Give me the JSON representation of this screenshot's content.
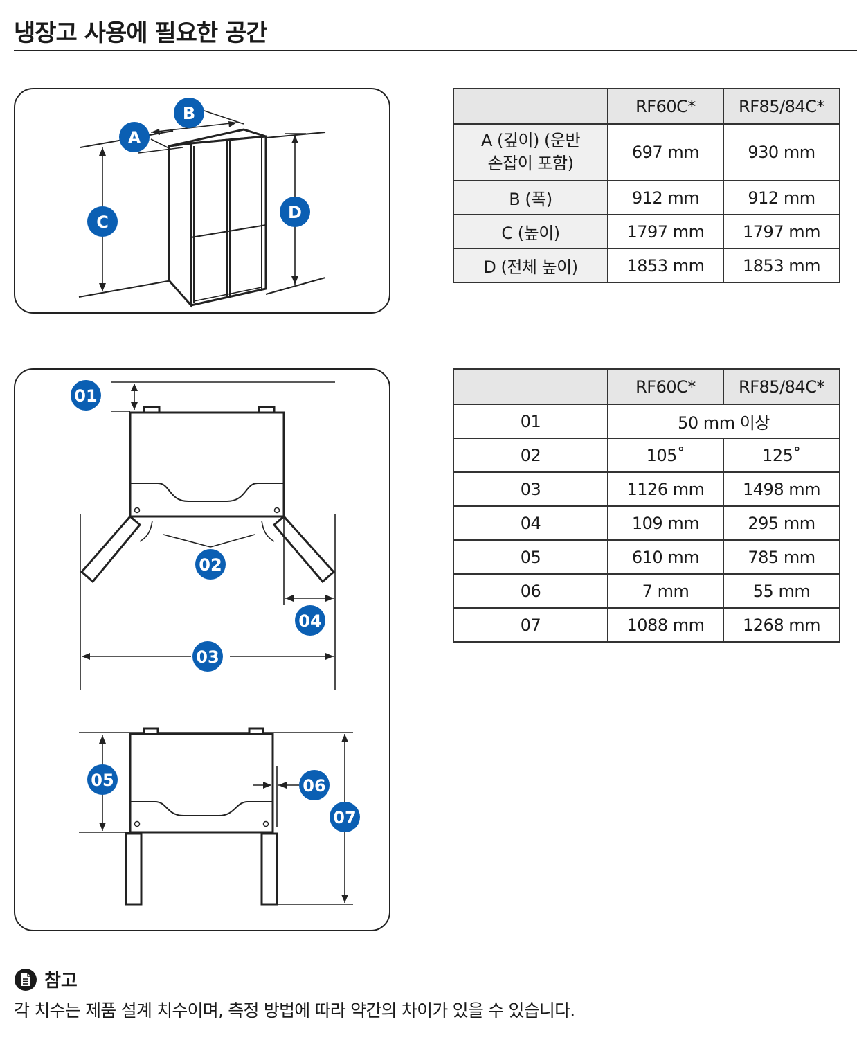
{
  "page": {
    "title": "냉장고 사용에 필요한 공간"
  },
  "diagram_top": {
    "labels": {
      "a": "A",
      "b": "B",
      "c": "C",
      "d": "D"
    }
  },
  "diagram_bottom": {
    "labels": {
      "l01": "01",
      "l02": "02",
      "l03": "03",
      "l04": "04",
      "l05": "05",
      "l06": "06",
      "l07": "07"
    }
  },
  "colors": {
    "badge": "#0b5fb3",
    "header_bg": "#e6e6e6",
    "rowhead_bg": "#f0f0f0"
  },
  "table1": {
    "headers": [
      "",
      "RF60C*",
      "RF85/84C*"
    ],
    "rows": [
      {
        "label": "A (깊이) (운반 손잡이 포함)",
        "label_line1": "A (깊이) (운반",
        "label_line2": "손잡이 포함)",
        "v1": "697 mm",
        "v2": "930 mm"
      },
      {
        "label": "B (폭)",
        "v1": "912 mm",
        "v2": "912 mm"
      },
      {
        "label": "C (높이)",
        "v1": "1797 mm",
        "v2": "1797 mm"
      },
      {
        "label": "D (전체 높이)",
        "v1": "1853 mm",
        "v2": "1853 mm"
      }
    ]
  },
  "table2": {
    "headers": [
      "",
      "RF60C*",
      "RF85/84C*"
    ],
    "rows": [
      {
        "label": "01",
        "merged": "50 mm 이상"
      },
      {
        "label": "02",
        "v1": "105˚",
        "v2": "125˚"
      },
      {
        "label": "03",
        "v1": "1126 mm",
        "v2": "1498 mm"
      },
      {
        "label": "04",
        "v1": "109 mm",
        "v2": "295 mm"
      },
      {
        "label": "05",
        "v1": "610 mm",
        "v2": "785 mm"
      },
      {
        "label": "06",
        "v1": "7 mm",
        "v2": "55 mm"
      },
      {
        "label": "07",
        "v1": "1088 mm",
        "v2": "1268 mm"
      }
    ]
  },
  "note": {
    "icon": "note-document-icon",
    "title": "참고",
    "text": "각 치수는 제품 설계 치수이며, 측정 방법에 따라 약간의 차이가 있을 수 있습니다."
  }
}
